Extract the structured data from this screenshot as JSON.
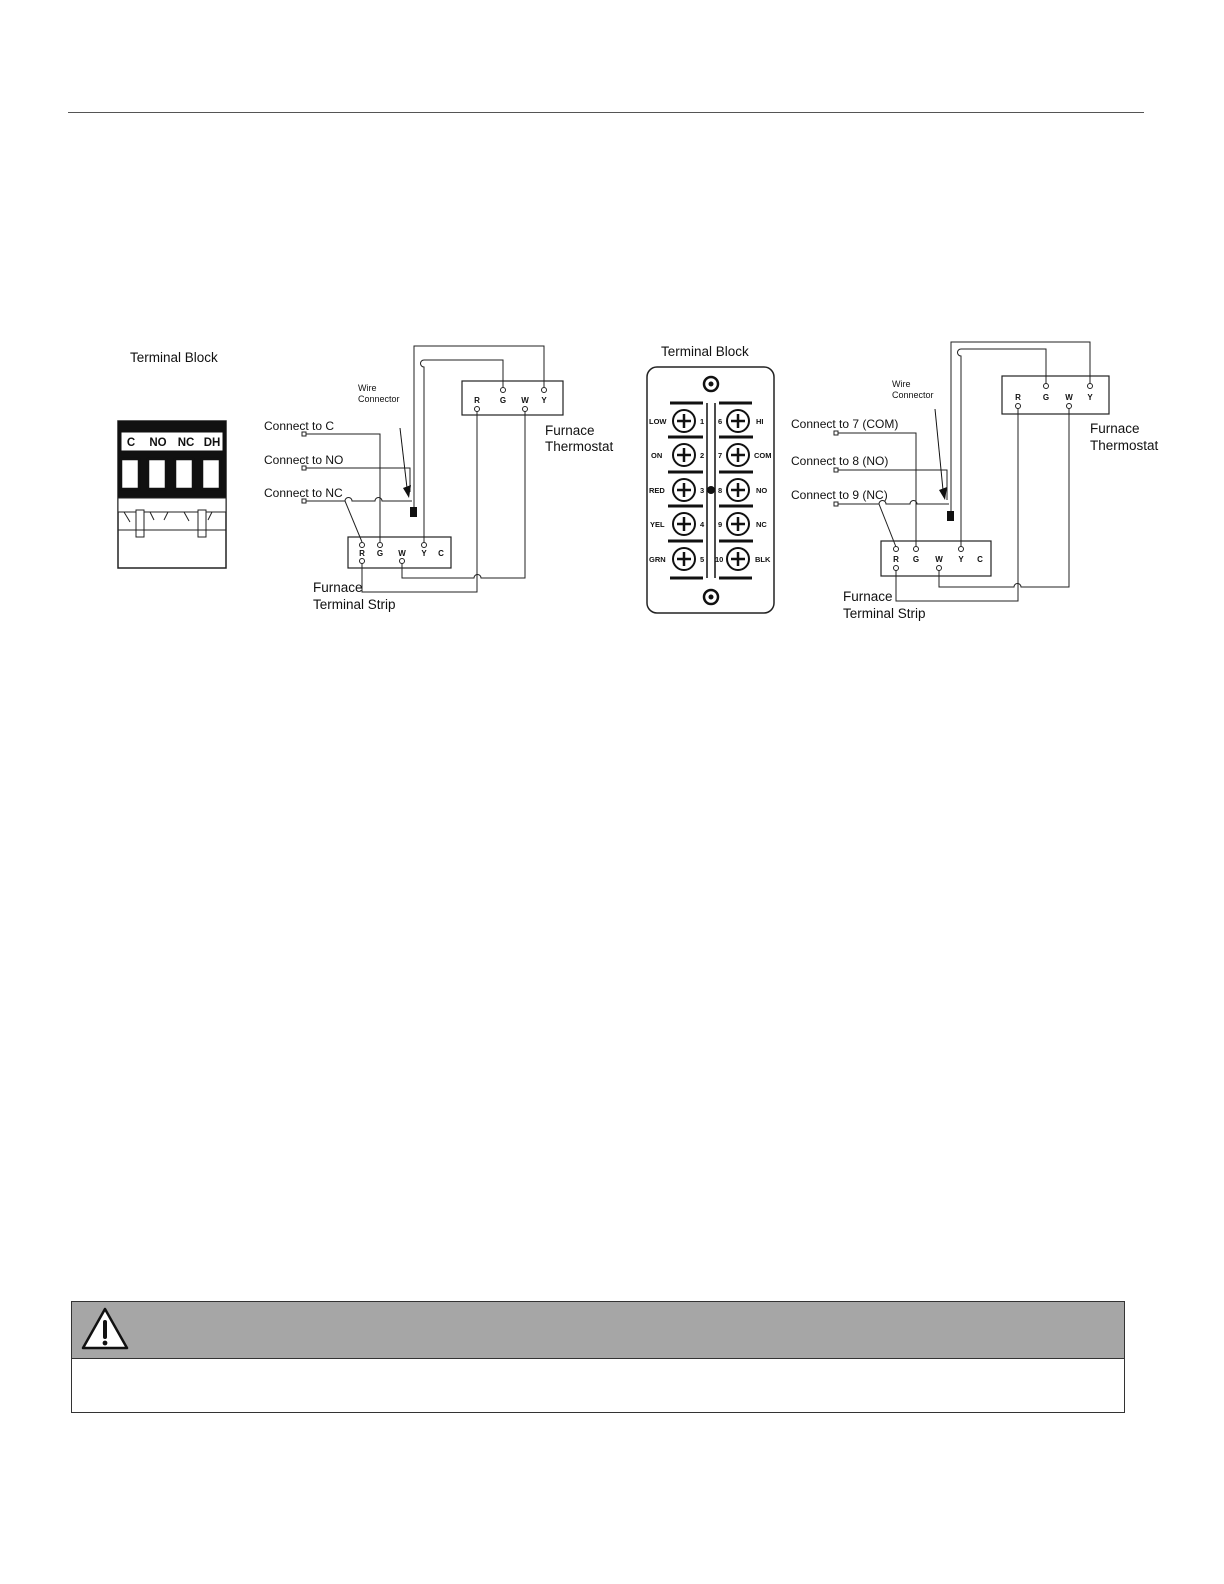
{
  "diagram_a": {
    "terminal_block_title": "Terminal Block",
    "block_terminals": [
      "C",
      "NO",
      "NC",
      "DH"
    ],
    "wire_connector_label": [
      "Wire",
      "Connector"
    ],
    "connect_labels": [
      "Connect to C",
      "Connect to NO",
      "Connect to NC"
    ],
    "thermostat_terminals": [
      "R",
      "G",
      "W",
      "Y"
    ],
    "thermostat_label": [
      "Furnace",
      "Thermostat"
    ],
    "strip_terminals": [
      "R",
      "G",
      "W",
      "Y",
      "C"
    ],
    "strip_label": [
      "Furnace",
      "Terminal Strip"
    ]
  },
  "diagram_b": {
    "terminal_block_title": "Terminal Block",
    "left_labels": [
      "LOW",
      "ON",
      "RED",
      "YEL",
      "GRN"
    ],
    "left_numbers": [
      "1",
      "2",
      "3",
      "4",
      "5"
    ],
    "right_numbers": [
      "6",
      "7",
      "8",
      "9",
      "10"
    ],
    "right_labels": [
      "HI",
      "COM",
      "NO",
      "NC",
      "BLK"
    ],
    "wire_connector_label": [
      "Wire",
      "Connector"
    ],
    "connect_labels": [
      "Connect to 7 (COM)",
      "Connect to 8 (NO)",
      "Connect to 9 (NC)"
    ],
    "thermostat_terminals": [
      "R",
      "G",
      "W",
      "Y"
    ],
    "thermostat_label": [
      "Furnace",
      "Thermostat"
    ],
    "strip_terminals": [
      "R",
      "G",
      "W",
      "Y",
      "C"
    ],
    "strip_label": [
      "Furnace",
      "Terminal Strip"
    ]
  },
  "warning": {
    "icon": "warning-triangle-icon",
    "header_color": "#a6a6a6"
  }
}
